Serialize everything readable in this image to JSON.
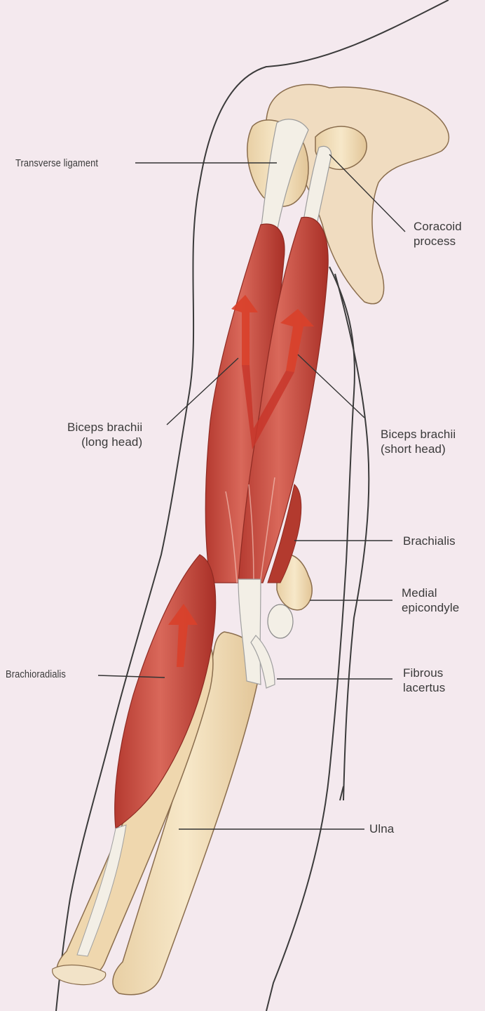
{
  "figure": {
    "subject": "Anterior view of the right arm and forearm muscles"
  },
  "labels": {
    "transverse_ligament": "Transverse ligament",
    "coracoid_process": "Coracoid\nprocess",
    "biceps_long_head": "Biceps brachii\n(long head)",
    "biceps_short_head": "Biceps brachii\n(short head)",
    "brachialis": "Brachialis",
    "medial_epicondyle": "Medial\nepicondyle",
    "brachioradialis": "Brachioradialis",
    "fibrous_lacertus": "Fibrous\nlacertus",
    "ulna": "Ulna"
  },
  "colors": {
    "background": "#f4e9ee",
    "muscle": "#c8483a",
    "muscle_dark": "#a8322a",
    "arrow": "#d9402a",
    "bone": "#f1dcb6",
    "tendon": "#f3efe6",
    "outline": "#3b3b3b"
  }
}
